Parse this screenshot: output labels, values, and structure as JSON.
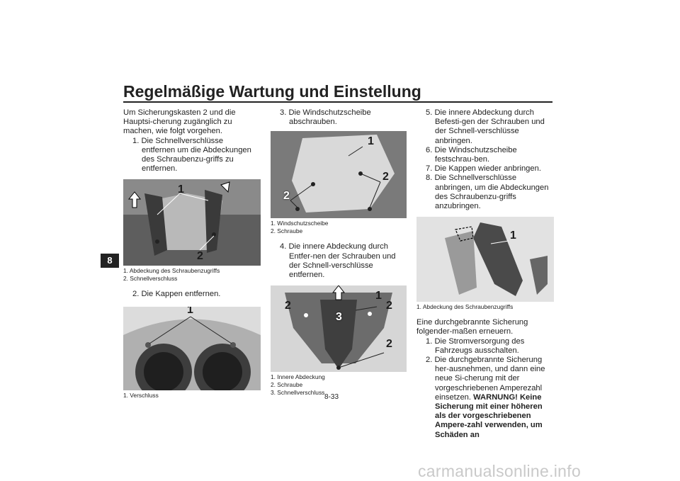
{
  "header": {
    "title": "Regelmäßige Wartung und Einstellung",
    "chapter_tab": "8"
  },
  "page_number": "8-33",
  "footer_watermark": "carmanualsonline.info",
  "col1": {
    "intro": "Um Sicherungskasten 2 und die Hauptsi-cherung zugänglich zu machen, wie folgt vorgehen.",
    "step1": "1. Die Schnellverschlüsse entfernen um die Abdeckungen des Schraubenzu-griffs zu entfernen.",
    "fig1": {
      "callouts": [
        "1",
        "2"
      ],
      "captions": [
        "1. Abdeckung des Schraubenzugriffs",
        "2. Schnellverschluss"
      ]
    },
    "step2": "2. Die Kappen entfernen.",
    "fig2": {
      "callouts": [
        "1"
      ],
      "captions": [
        "1. Verschluss"
      ]
    }
  },
  "col2": {
    "step3": "3. Die Windschutzscheibe abschrauben.",
    "fig3": {
      "callouts": [
        "1",
        "2",
        "2"
      ],
      "captions": [
        "1. Windschutzscheibe",
        "2. Schraube"
      ]
    },
    "step4": "4. Die innere Abdeckung durch Entfer-nen der Schrauben und der Schnell-verschlüsse entfernen.",
    "fig4": {
      "callouts": [
        "1",
        "2",
        "2",
        "3",
        "2"
      ],
      "captions": [
        "1. Innere Abdeckung",
        "2. Schraube",
        "3. Schnellverschluss"
      ]
    }
  },
  "col3": {
    "steps": [
      "5. Die innere Abdeckung durch Befesti-gen der Schrauben und der Schnell-verschlüsse anbringen.",
      "6. Die Windschutzscheibe festschrau-ben.",
      "7. Die Kappen wieder anbringen.",
      "8. Die Schnellverschlüsse anbringen, um die Abdeckungen des Schraubenzu-griffs anzubringen."
    ],
    "fig5": {
      "callouts": [
        "1"
      ],
      "captions": [
        "1. Abdeckung des Schraubenzugriffs"
      ]
    },
    "intro2": "Eine durchgebrannte Sicherung folgender-maßen erneuern.",
    "step_a": "1. Die Stromversorgung des Fahrzeugs ausschalten.",
    "step_b": "2. Die durchgebrannte Sicherung her-ausnehmen, und dann eine neue Si-cherung mit der vorgeschriebenen Amperezahl einsetzen.",
    "warning": "WARNUNG! Keine Sicherung mit einer höheren als der vorgeschriebenen Ampere-zahl verwenden, um Schäden an"
  }
}
